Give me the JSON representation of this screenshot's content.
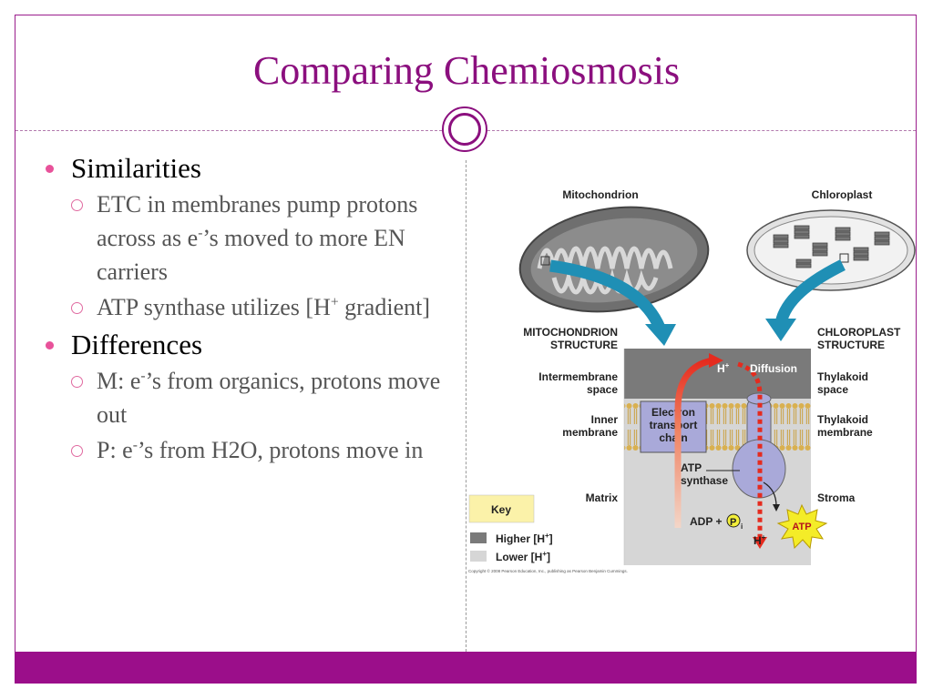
{
  "slide": {
    "title": "Comparing Chemiosmosis",
    "bullets": [
      {
        "label": "Similarities",
        "sub": [
          {
            "pre": "ETC in membranes pump protons across as e",
            "sup": "-",
            "post": "’s moved to more EN carriers"
          },
          {
            "pre": "ATP synthase utilizes [H",
            "sup": "+",
            "post": " gradient]"
          }
        ]
      },
      {
        "label": "Differences",
        "sub": [
          {
            "pre": "M: e",
            "sup": "-",
            "post": "’s from organics, protons move out"
          },
          {
            "pre": "P: e",
            "sup": "-",
            "post": "’s from H2O, protons move in"
          }
        ]
      }
    ]
  },
  "figure": {
    "mitochondrion": "Mitochondrion",
    "chloroplast": "Chloroplast",
    "mito_structure": [
      "MITOCHONDRION",
      "STRUCTURE"
    ],
    "chloro_structure": [
      "CHLOROPLAST",
      "STRUCTURE"
    ],
    "intermembrane": [
      "Intermembrane",
      "space"
    ],
    "inner_membrane": [
      "Inner",
      "membrane"
    ],
    "matrix": "Matrix",
    "thylakoid_space": [
      "Thylakoid",
      "space"
    ],
    "thylakoid_membrane": [
      "Thylakoid",
      "membrane"
    ],
    "stroma": "Stroma",
    "etc": [
      "Electron",
      "transport",
      "chain"
    ],
    "atp_synthase": [
      "ATP",
      "synthase"
    ],
    "h_plus_top": "H",
    "h_plus_bottom": "H",
    "plus": "+",
    "diffusion": "Diffusion",
    "adp": "ADP +",
    "p": "P",
    "i": "i",
    "atp": "ATP",
    "key": "Key",
    "key_higher": "Higher [H",
    "key_lower": "Lower [H",
    "key_close": "]",
    "copyright": "Copyright © 2008 Pearson Education, Inc., publishing as Pearson Benjamin Cummings."
  },
  "colors": {
    "title": "#8b0f7e",
    "bar": "#9b0e8a",
    "bullet": "#e8529a",
    "higher_h": "#7a7a7a",
    "lower_h": "#d6d6d6",
    "arrow": "#1f8fb5"
  }
}
